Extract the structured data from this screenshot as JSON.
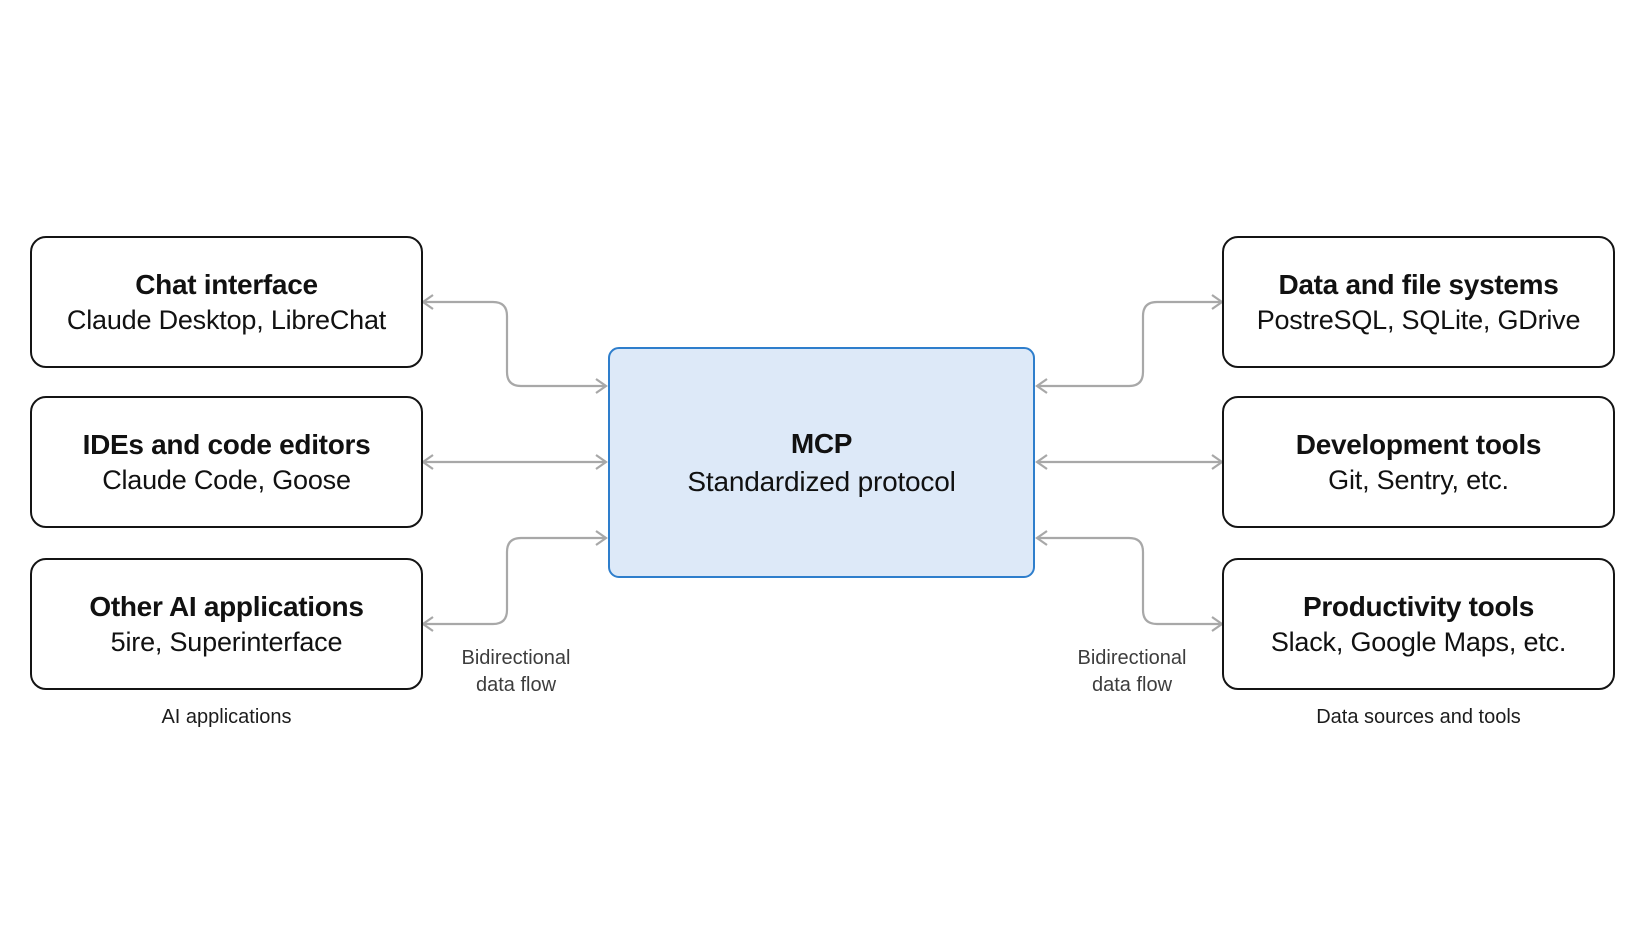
{
  "diagram": {
    "center": {
      "title": "MCP",
      "subtitle": "Standardized protocol"
    },
    "left": {
      "caption": "AI applications",
      "flow_label": "Bidirectional\ndata flow",
      "boxes": [
        {
          "title": "Chat interface",
          "subtitle": "Claude Desktop, LibreChat"
        },
        {
          "title": "IDEs and code editors",
          "subtitle": "Claude Code, Goose"
        },
        {
          "title": "Other AI applications",
          "subtitle": "5ire, Superinterface"
        }
      ]
    },
    "right": {
      "caption": "Data sources and tools",
      "flow_label": "Bidirectional\ndata flow",
      "boxes": [
        {
          "title": "Data and file systems",
          "subtitle": "PostreSQL, SQLite, GDrive"
        },
        {
          "title": "Development tools",
          "subtitle": "Git, Sentry, etc."
        },
        {
          "title": "Productivity tools",
          "subtitle": "Slack, Google Maps, etc."
        }
      ]
    },
    "colors": {
      "mcp_fill": "#dde9f8",
      "mcp_border": "#2e7ecc",
      "node_border": "#141414",
      "connector": "#a8a8a8",
      "text": "#111111",
      "background": "#ffffff"
    }
  }
}
